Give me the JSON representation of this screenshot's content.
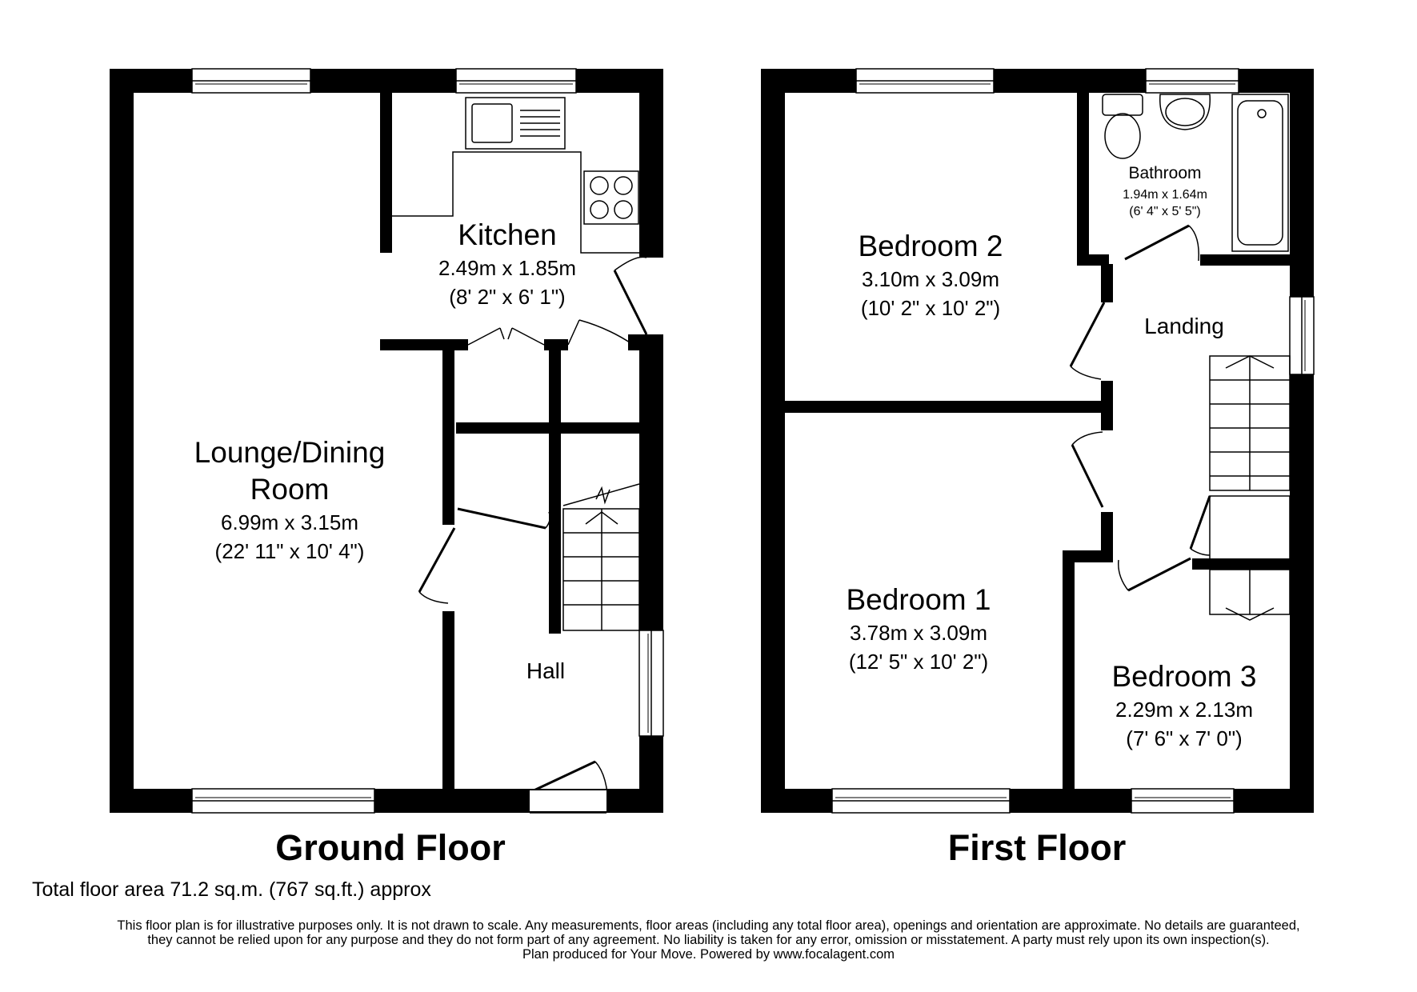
{
  "ground_floor": {
    "title": "Ground Floor",
    "rooms": {
      "kitchen": {
        "name": "Kitchen",
        "metric": "2.49m x 1.85m",
        "imperial": "(8' 2\" x 6' 1\")"
      },
      "lounge": {
        "name_line1": "Lounge/Dining",
        "name_line2": "Room",
        "metric": "6.99m x 3.15m",
        "imperial": "(22' 11\" x 10' 4\")"
      },
      "hall": {
        "name": "Hall"
      }
    }
  },
  "first_floor": {
    "title": "First Floor",
    "rooms": {
      "bedroom2": {
        "name": "Bedroom 2",
        "metric": "3.10m x 3.09m",
        "imperial": "(10' 2\" x 10' 2\")"
      },
      "bathroom": {
        "name": "Bathroom",
        "metric": "1.94m x 1.64m",
        "imperial": "(6' 4\" x 5' 5\")"
      },
      "landing": {
        "name": "Landing"
      },
      "bedroom1": {
        "name": "Bedroom 1",
        "metric": "3.78m x 3.09m",
        "imperial": "(12' 5\" x 10' 2\")"
      },
      "bedroom3": {
        "name": "Bedroom 3",
        "metric": "2.29m x 2.13m",
        "imperial": "(7' 6\" x 7' 0\")"
      }
    }
  },
  "footer": {
    "total_area": "Total floor area 71.2 sq.m. (767 sq.ft.) approx",
    "disclaimer_line1": "This floor plan is for illustrative purposes only. It is not drawn to scale. Any measurements, floor areas (including any total floor area), openings and orientation are approximate. No details are guaranteed,",
    "disclaimer_line2": "they cannot be relied upon for any purpose and they do not form part of any agreement. No liability is taken for any error, omission or misstatement. A party must rely upon its own inspection(s).",
    "disclaimer_line3": "Plan produced for Your Move. Powered by www.focalagent.com"
  }
}
